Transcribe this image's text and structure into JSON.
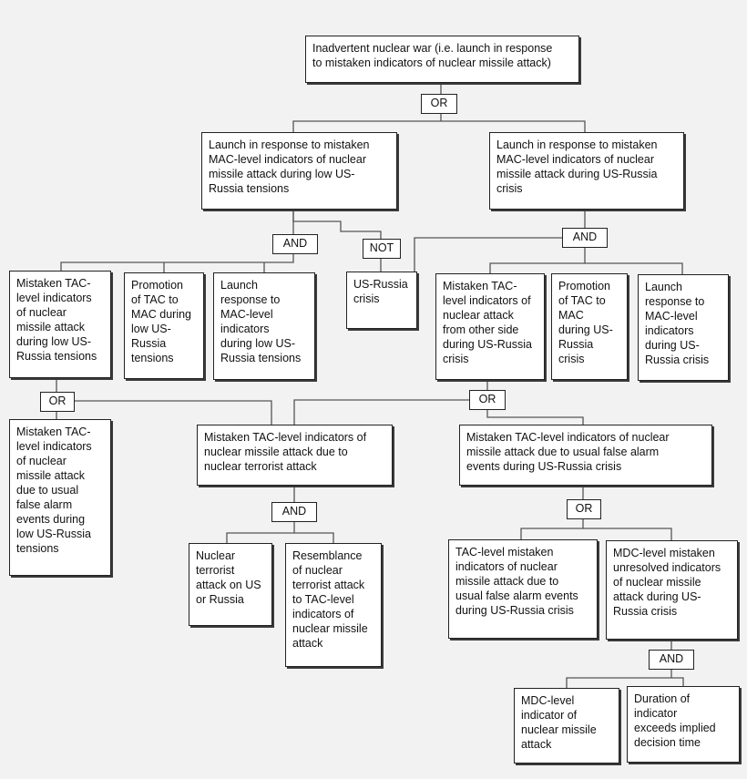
{
  "diagram": {
    "top": "Inadvertent nuclear war (i.e. launch in response\nto mistaken indicators of nuclear missile attack)",
    "gate_or_top": "OR",
    "low_tension": "Launch in response to mistaken\nMAC-level indicators of nuclear\nmissile attack during low US-\nRussia tensions",
    "crisis": "Launch in response to mistaken\nMAC-level indicators of nuclear\nmissile attack during US-Russia\ncrisis",
    "gate_and_low": "AND",
    "gate_not": "NOT",
    "gate_and_crisis": "AND",
    "mistaken_tac_low": "Mistaken TAC-\nlevel indicators\nof nuclear\nmissile attack\nduring low US-\nRussia tensions",
    "promotion_low": "Promotion\nof TAC to\nMAC during\nlow US-\nRussia\ntensions",
    "launch_response_low": "Launch\nresponse to\nMAC-level\nindicators\nduring low US-\nRussia tensions",
    "us_russia_crisis": "US-Russia\ncrisis",
    "mistaken_tac_crisis": "Mistaken TAC-\nlevel indicators of\nnuclear attack\nfrom other side\nduring US-Russia\ncrisis",
    "promotion_crisis": "Promotion\nof TAC to\nMAC\nduring US-\nRussia\ncrisis",
    "launch_response_crisis": "Launch\nresponse to\nMAC-level\nindicators\nduring US-\nRussia crisis",
    "gate_or_low": "OR",
    "gate_or_crisis": "OR",
    "false_alarm_low": "Mistaken TAC-\nlevel indicators\nof nuclear\nmissile attack\ndue to usual\nfalse alarm\nevents during\nlow US-Russia\ntensions",
    "terrorist": "Mistaken TAC-level indicators of\nnuclear missile attack due to\nnuclear terrorist attack",
    "false_alarm_crisis": "Mistaken TAC-level indicators of nuclear\nmissile attack due to usual false alarm\nevents during US-Russia crisis",
    "gate_and_terror": "AND",
    "gate_or_false": "OR",
    "nuclear_terrorist_attack": "Nuclear\nterrorist\nattack on US\nor Russia",
    "resemblance": "Resemblance\nof nuclear\nterrorist attack\nto TAC-level\nindicators of\nnuclear missile\nattack",
    "tac_mistaken_crisis": "TAC-level mistaken\nindicators of nuclear\nmissile attack due to\nusual false alarm events\nduring US-Russia crisis",
    "mdc_unresolved": "MDC-level mistaken\nunresolved indicators\nof nuclear missile\nattack during US-\nRussia crisis",
    "gate_and_mdc": "AND",
    "mdc_indicator": "MDC-level\nindicator of\nnuclear missile\nattack",
    "duration": "Duration of\nindicator\nexceeds implied\ndecision time"
  }
}
